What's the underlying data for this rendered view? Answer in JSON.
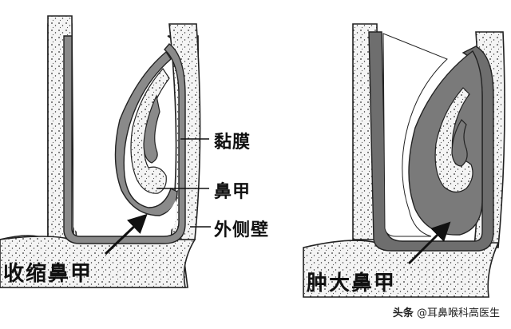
{
  "labels": {
    "mucosa": "黏膜",
    "turbinate": "鼻甲",
    "lateral_wall": "外侧壁",
    "shrunk": "收缩鼻甲",
    "swollen": "肿大鼻甲"
  },
  "watermark": {
    "brand": "头条",
    "account": "@耳鼻喉科高医生"
  },
  "colors": {
    "mucosa": "#8a8a8a",
    "mucosa_dark": "#5f5f5f",
    "bone": "#f4f4f4",
    "outline": "#222222"
  }
}
